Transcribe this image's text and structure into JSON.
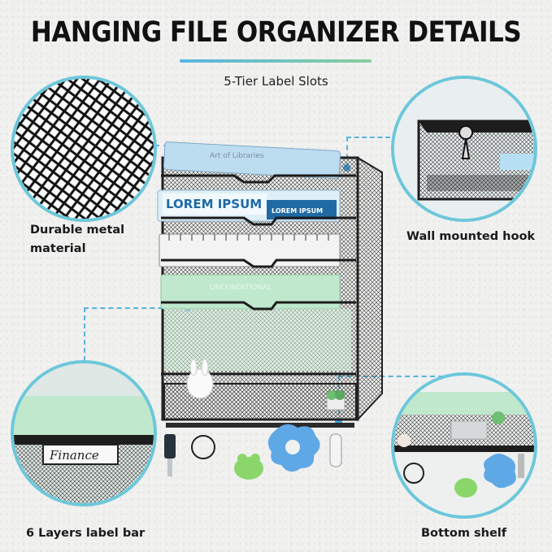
{
  "title": "HANGING FILE ORGANIZER DETAILS",
  "subtitle": "5-Tier Label Slots",
  "callouts": {
    "top_left": "Durable metal material",
    "top_right": "Wall mounted hook",
    "bottom_left": "6 Layers label bar",
    "bottom_right": "Bottom shelf"
  },
  "product": {
    "book_top": "Art of Libraries",
    "book_lorem": "LOREM IPSUM",
    "book_lorem_small": "LOREM IPSUM",
    "book_green": "UNCONDITIONAL",
    "label_tag": "Finance"
  },
  "colors": {
    "accent_circle": "#6cc7da",
    "accent_gradient_start": "#58b5e3",
    "accent_gradient_end": "#88cf9b",
    "frame_metal": "#2b2b2b",
    "folder_blue": "#bcdcf0",
    "folder_green": "#bfe8cc"
  }
}
